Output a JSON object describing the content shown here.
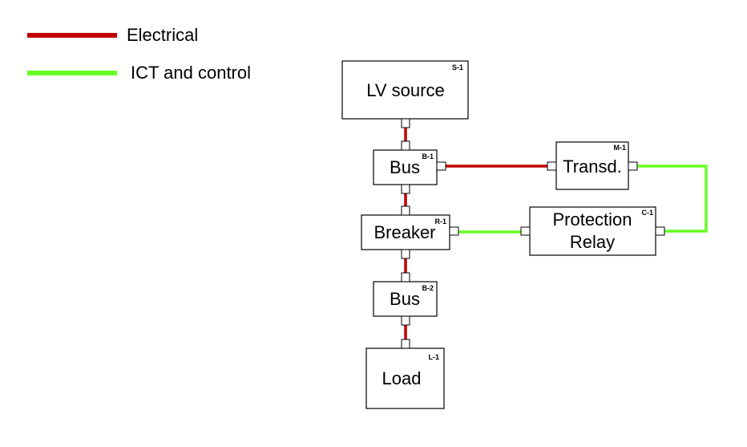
{
  "legend": {
    "electrical": {
      "label": "Electrical",
      "color": "#c00000"
    },
    "ict": {
      "label": "ICT and control",
      "color": "#66ff22"
    }
  },
  "blocks": {
    "lv_source": {
      "label": "LV source",
      "tag": "S-1"
    },
    "bus1": {
      "label": "Bus",
      "tag": "B-1"
    },
    "breaker": {
      "label": "Breaker",
      "tag": "R-1"
    },
    "bus2": {
      "label": "Bus",
      "tag": "B-2"
    },
    "load": {
      "label": "Load",
      "tag": "L-1"
    },
    "transducer": {
      "label": "Transd.",
      "tag": "M-1"
    },
    "relay": {
      "label_line1": "Protection",
      "label_line2": "Relay",
      "tag": "C-1"
    }
  }
}
